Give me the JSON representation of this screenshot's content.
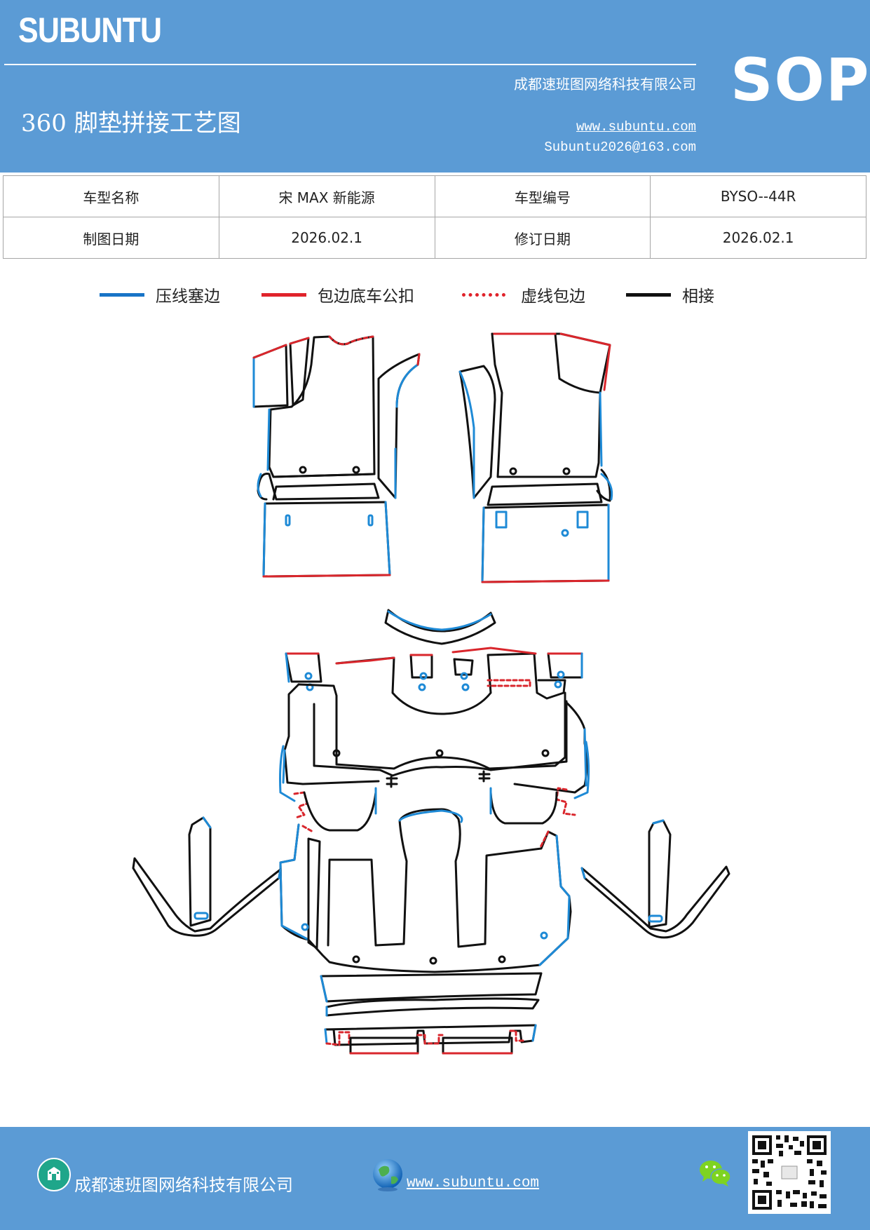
{
  "header": {
    "brand": "SUBUNTU",
    "company": "成都速班图网络科技有限公司",
    "doc_title": "360 脚垫拼接工艺图",
    "website": "www.subuntu.com",
    "email": "Subuntu2026@163.com",
    "badge": "SOP"
  },
  "info_table": {
    "rows": [
      [
        "车型名称",
        "宋 MAX 新能源",
        "车型编号",
        "BYSO--44R"
      ],
      [
        "制图日期",
        "2026.02.1",
        "修订日期",
        "2026.02.1"
      ]
    ]
  },
  "legend": [
    {
      "label": "压线塞边",
      "color": "#1874c7",
      "style": "solid"
    },
    {
      "label": "包边底车公扣",
      "color": "#e0232b",
      "style": "solid"
    },
    {
      "label": "虚线包边",
      "color": "#e0232b",
      "style": "dotted"
    },
    {
      "label": "相接",
      "color": "#111111",
      "style": "solid"
    }
  ],
  "colors": {
    "header_bg": "#5b9bd5",
    "blue_line": "#1e8ad6",
    "red_line": "#d9262c",
    "black_line": "#111111"
  },
  "footer": {
    "company": "成都速班图网络科技有限公司",
    "website": "www.subuntu.com",
    "icons": [
      "company-icon",
      "globe-icon",
      "wechat-icon",
      "qr-code"
    ]
  }
}
